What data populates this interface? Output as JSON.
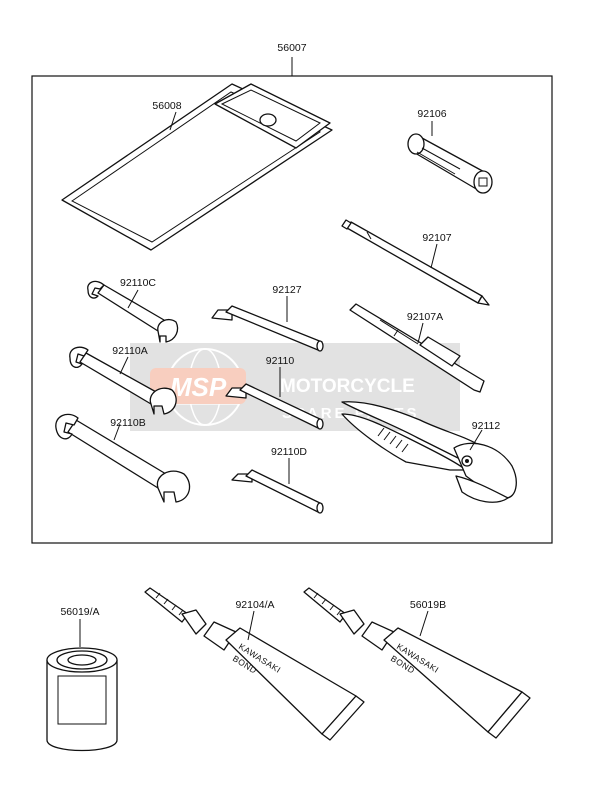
{
  "labels": {
    "kit": "56007",
    "pouch": "56008",
    "plug_wrench": "92106",
    "screwdriver_shaft": "92107",
    "screwdriver_grip": "92107A",
    "pliers": "92112",
    "wrench_c": "92110C",
    "wrench_a": "92110A",
    "wrench_b": "92110B",
    "hex_large": "92127",
    "hex_mid": "92110",
    "hex_small": "92110D",
    "oil_can": "56019/A",
    "bond_left": "92104/A",
    "bond_right": "56019B"
  },
  "tube_text": {
    "brand": "KAWASAKI",
    "product": "BOND"
  },
  "watermark": {
    "logo": "MSP",
    "line1": "MOTORCYCLE",
    "line2": "SPARE PARTS",
    "accent_color": "#e8541c"
  }
}
